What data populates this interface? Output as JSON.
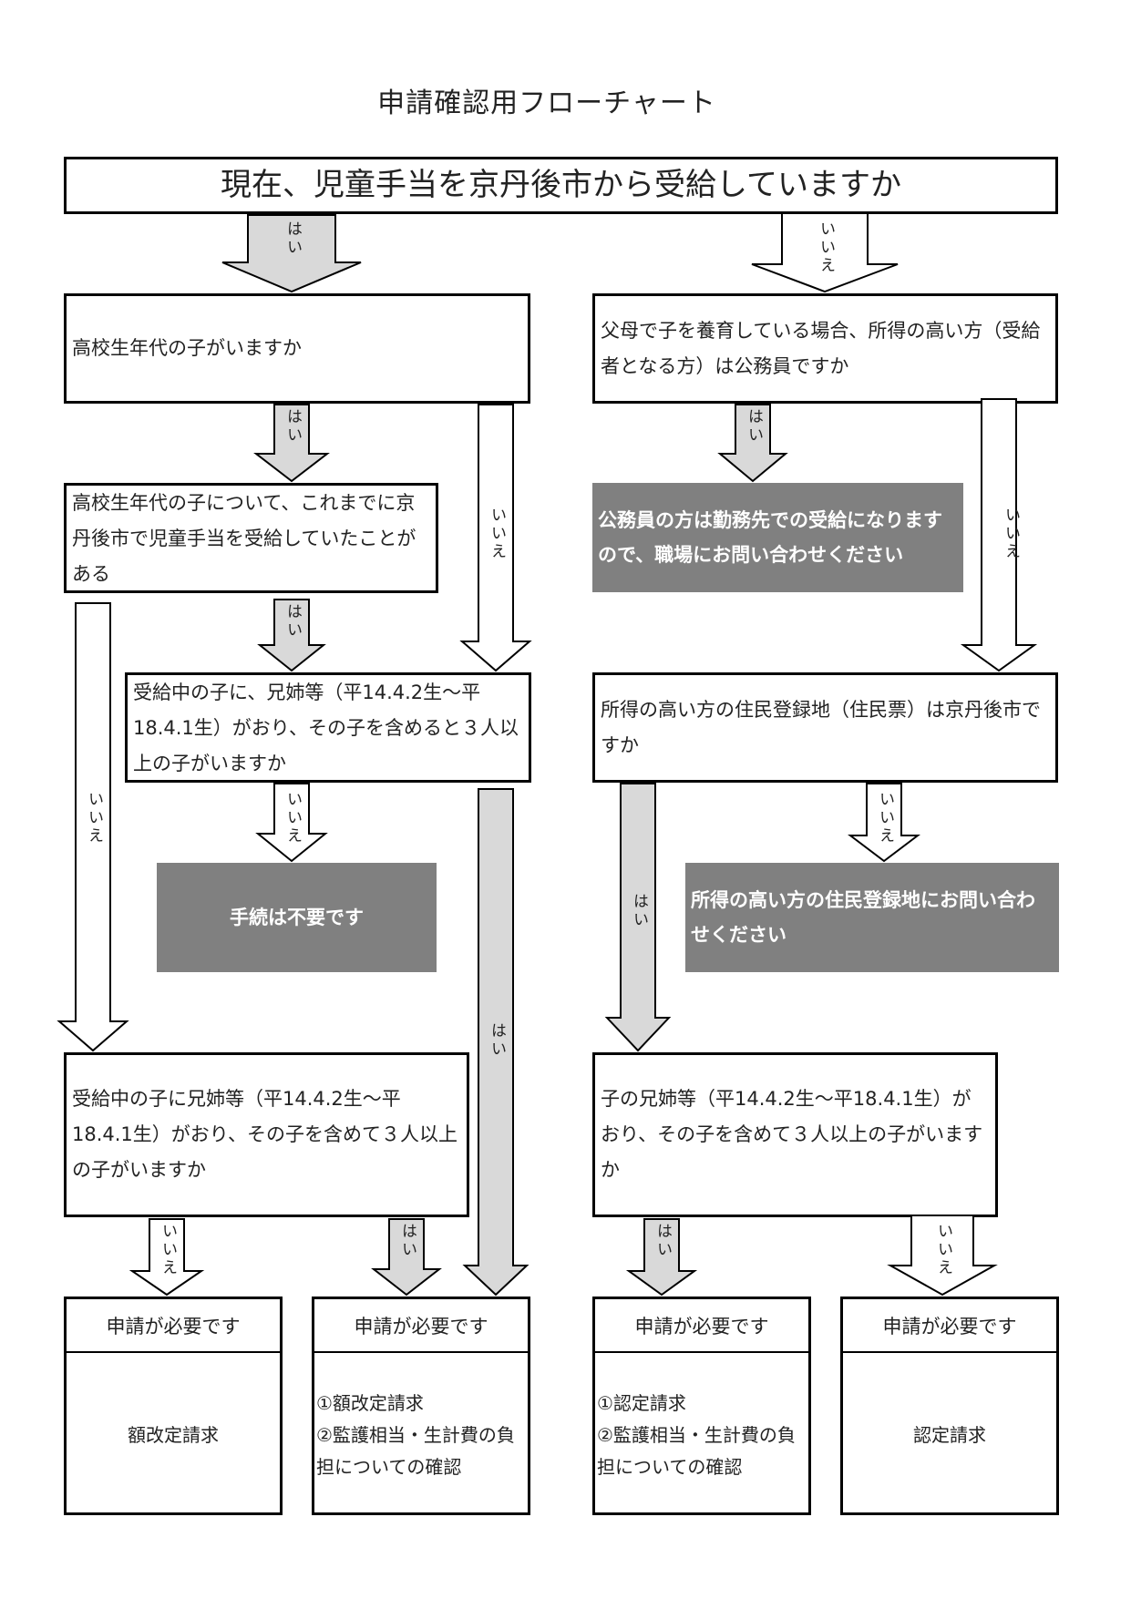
{
  "title": "申請確認用フローチャート",
  "colors": {
    "yes_arrow": "#d9d9d9",
    "no_arrow": "#ffffff",
    "grey_box": "#808080",
    "border": "#000000"
  },
  "labels": {
    "yes": "はい",
    "no": "いいえ"
  },
  "nodes": {
    "q_current": "現在、児童手当を京丹後市から受給していますか",
    "q_highschool": "高校生年代の子がいますか",
    "q_public_servant": "父母で子を養育している場合、所得の高い方（受給者となる方）は公務員ですか",
    "q_received_before": "高校生年代の子について、これまでに京丹後市で児童手当を受給していたことがある",
    "info_public_servant": "公務員の方は勤務先での受給になりますので、職場にお問い合わせください",
    "q_siblings_include": "受給中の子に、兄姉等（平14.4.2生～平18.4.1生）がおり、その子を含めると３人以上の子がいますか",
    "q_residence": "所得の高い方の住民登録地（住民票）は京丹後市ですか",
    "info_no_procedure": "手続は不要です",
    "info_ask_residence": "所得の高い方の住民登録地にお問い合わせください",
    "q_siblings_left": "受給中の子に兄姉等（平14.4.2生～平18.4.1生）がおり、その子を含めて３人以上の子がいますか",
    "q_siblings_right": "子の兄姉等（平14.4.2生～平18.4.1生）がおり、その子を含めて３人以上の子がいますか"
  },
  "results": [
    {
      "header": "申請が必要です",
      "lines": [
        "額改定請求"
      ]
    },
    {
      "header": "申請が必要です",
      "lines": [
        "①額改定請求",
        "②監護相当・生計費の負担についての確認"
      ]
    },
    {
      "header": "申請が必要です",
      "lines": [
        "①認定請求",
        "②監護相当・生計費の負担についての確認"
      ]
    },
    {
      "header": "申請が必要です",
      "lines": [
        "認定請求"
      ]
    }
  ]
}
